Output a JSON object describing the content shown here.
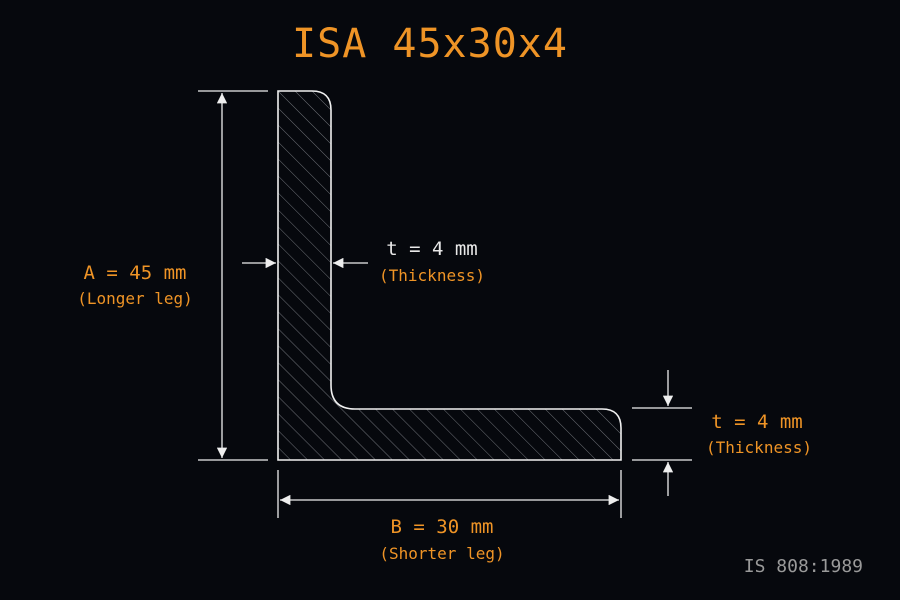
{
  "diagram": {
    "title": "ISA 45x30x4",
    "dimension_a": {
      "label": "A = 45 mm",
      "note": "(Longer leg)"
    },
    "dimension_b": {
      "label": "B = 30 mm",
      "note": "(Shorter leg)"
    },
    "thickness_vertical": {
      "label": "t = 4 mm",
      "note": "(Thickness)"
    },
    "thickness_horizontal": {
      "label": "t = 4 mm",
      "note": "(Thickness)"
    },
    "standard": "IS 808:1989"
  },
  "colors": {
    "background": "#06080d",
    "accent": "#ef9426",
    "line": "#eeeeee",
    "muted": "#9a9a9a"
  }
}
